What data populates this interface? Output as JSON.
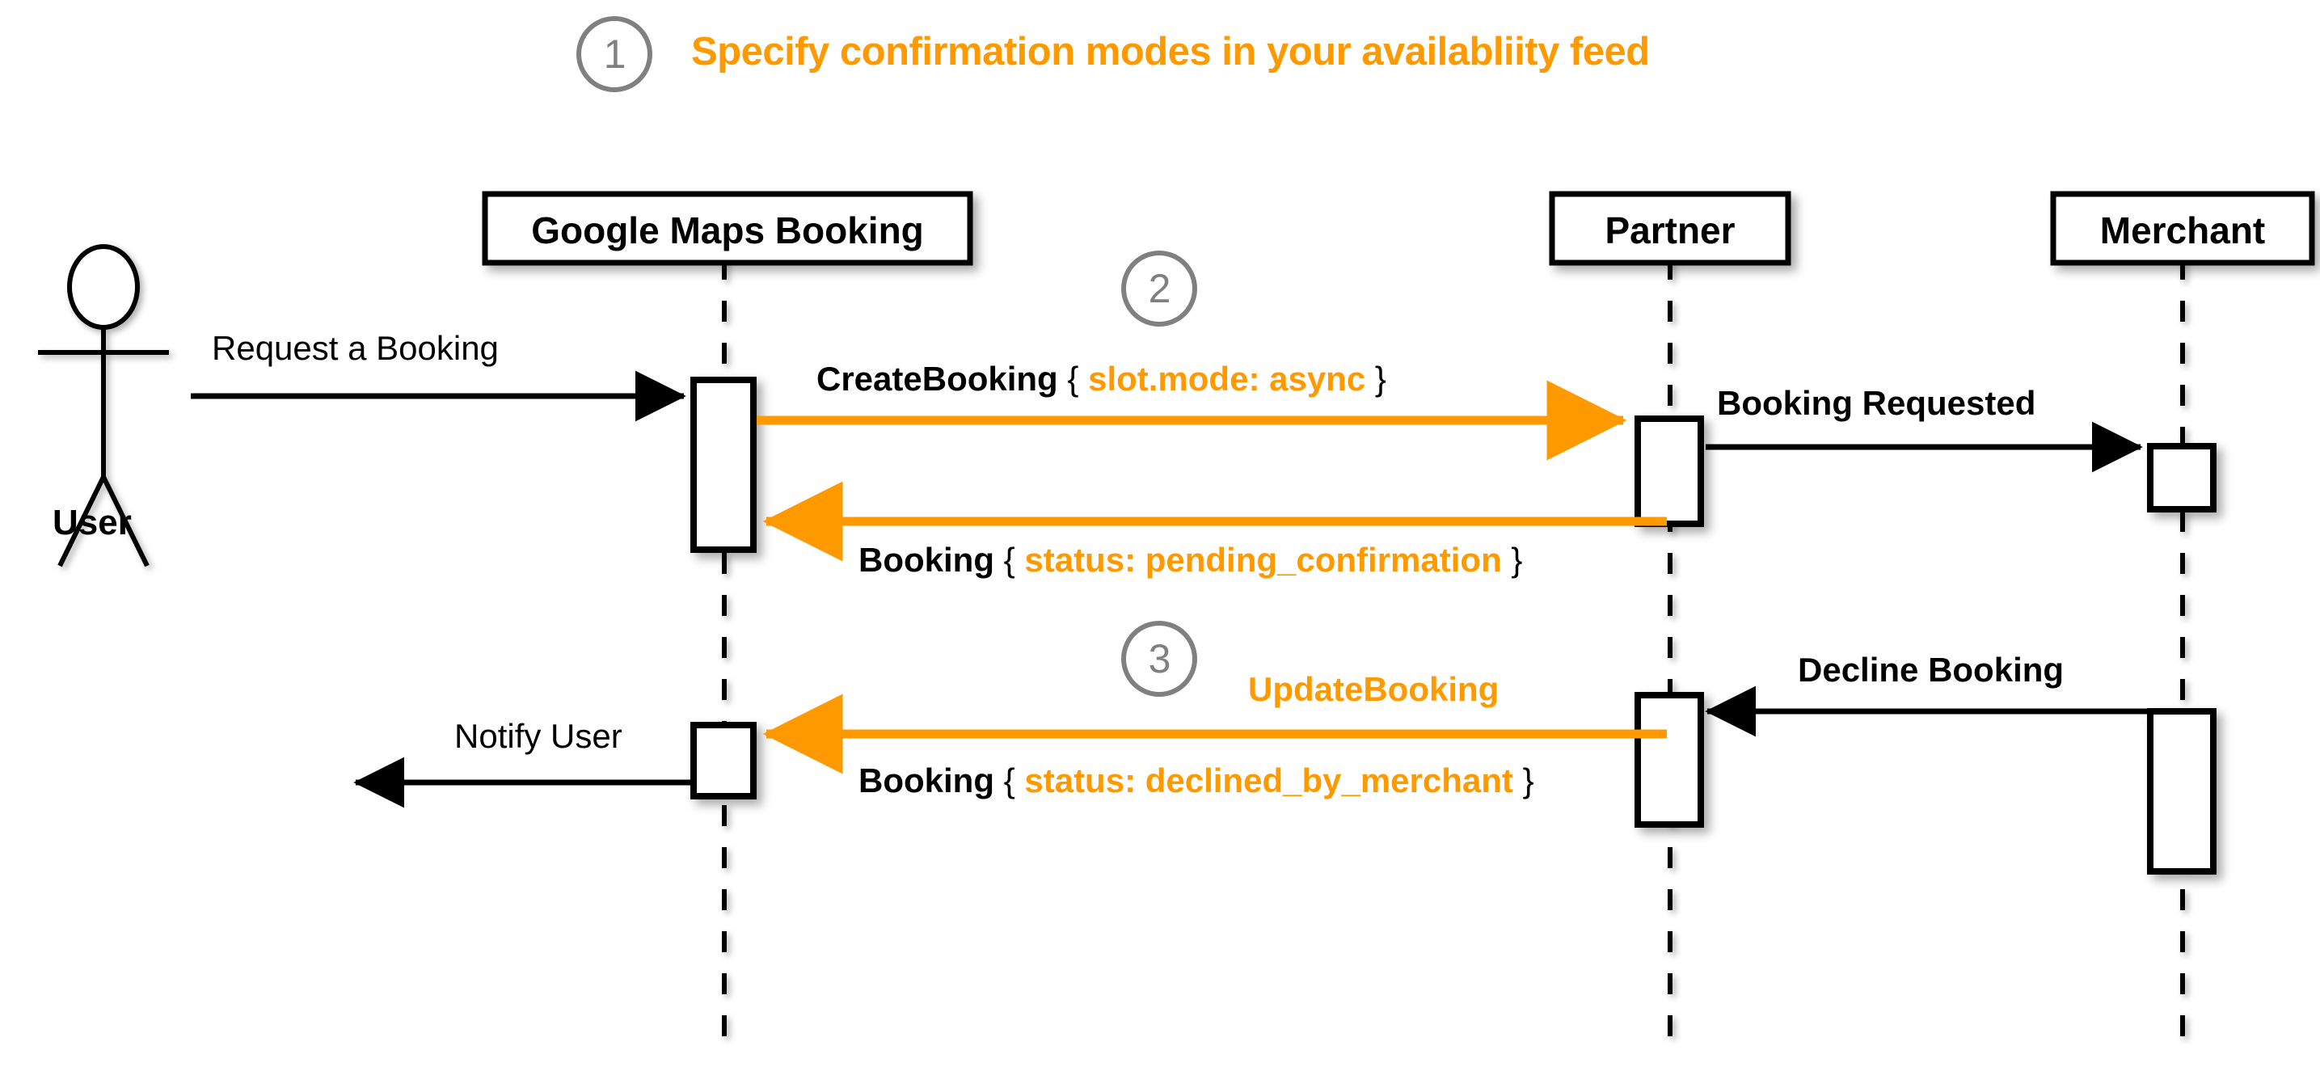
{
  "diagram": {
    "type": "uml-sequence-diagram",
    "title": "Specify confirmation modes in your availabliity feed",
    "accent_color": "#FF9900",
    "line_color": "#000000",
    "step_circle_color": "#808080",
    "background": "#FFFFFF"
  },
  "steps": [
    {
      "number": "1"
    },
    {
      "number": "2"
    },
    {
      "number": "3"
    }
  ],
  "actor": {
    "label": "User"
  },
  "lifelines": [
    {
      "label": "Google Maps Booking"
    },
    {
      "label": "Partner"
    },
    {
      "label": "Merchant"
    }
  ],
  "messages": [
    {
      "id": "request-a-booking",
      "label": "Request a Booking",
      "from": "User",
      "to": "Google Maps Booking",
      "color": "#000000",
      "weight": "normal"
    },
    {
      "id": "create-booking",
      "name": "CreateBooking",
      "open_brace": "{",
      "payload": "slot.mode: async",
      "close_brace": "}",
      "from": "Google Maps Booking",
      "to": "Partner",
      "color": "#FF9900"
    },
    {
      "id": "booking-requested",
      "label": "Booking Requested",
      "from": "Partner",
      "to": "Merchant",
      "color": "#000000",
      "weight": "bold"
    },
    {
      "id": "booking-pending",
      "name": "Booking",
      "open_brace": "{",
      "payload": "status: pending_confirmation",
      "close_brace": "}",
      "from": "Partner",
      "to": "Google Maps Booking",
      "color": "#FF9900"
    },
    {
      "id": "decline-booking",
      "label": "Decline Booking",
      "from": "Merchant",
      "to": "Partner",
      "color": "#000000",
      "weight": "bold"
    },
    {
      "id": "update-booking",
      "name": "UpdateBooking",
      "from": "Partner",
      "to": "Google Maps Booking",
      "color": "#FF9900"
    },
    {
      "id": "booking-declined",
      "name": "Booking",
      "open_brace": "{",
      "payload": "status: declined_by_merchant",
      "close_brace": "}",
      "from": "Partner",
      "to": "Google Maps Booking",
      "color": "#FF9900"
    },
    {
      "id": "notify-user",
      "label": "Notify User",
      "from": "Google Maps Booking",
      "to": "User",
      "color": "#000000",
      "weight": "normal"
    }
  ]
}
